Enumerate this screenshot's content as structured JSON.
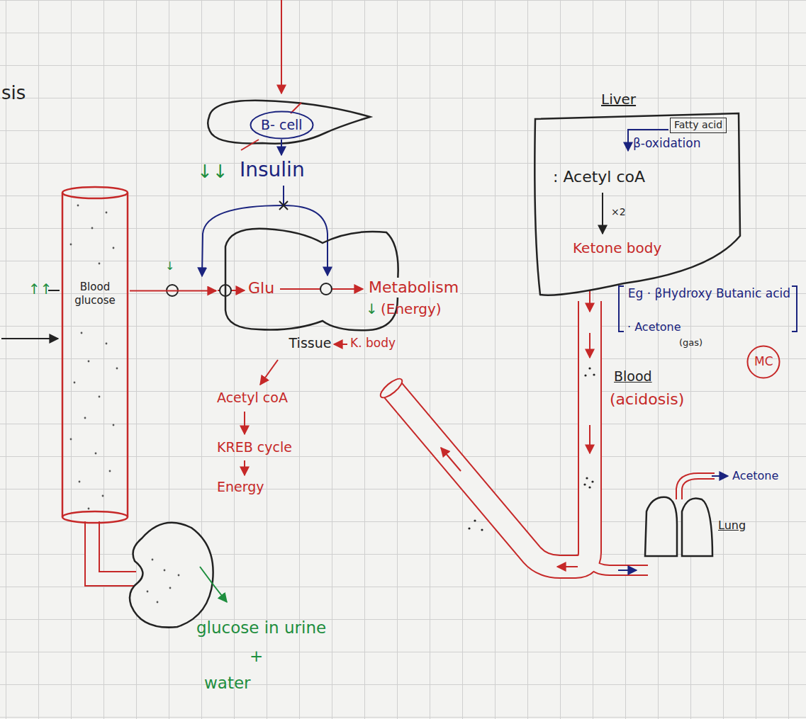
{
  "diagram": {
    "nodes": [
      {
        "text": [
          "B- cell"
        ]
      },
      {
        "text": [
          "Blood glucose"
        ]
      },
      {
        "text": [
          "Tissue",
          "Glu"
        ]
      },
      {
        "text": [
          "Liver",
          "β-oxidation",
          ": Acetyl coA",
          "×2",
          "Ketone body"
        ]
      },
      {
        "text": [
          "Fatty acid"
        ],
        "in": 3
      },
      {
        "text": [
          "MC"
        ]
      }
    ],
    "edges": [
      {
        "from": 1,
        "to": 2,
        "arrow": "to"
      }
    ],
    "labels": [
      "sis",
      "↓↓",
      "Insulin",
      "↑↑",
      "↓",
      "Metabolism",
      "↓",
      "(Energy)",
      "K. body",
      "Acetyl coA",
      "KREB cycle",
      "Energy",
      "glucose in urine",
      "+",
      "water",
      "Eg · βHydroxy Butanic acid",
      "· Acetone",
      "(gas)",
      "Blood",
      "(acidosis)",
      "Acetone",
      "Lung"
    ]
  }
}
